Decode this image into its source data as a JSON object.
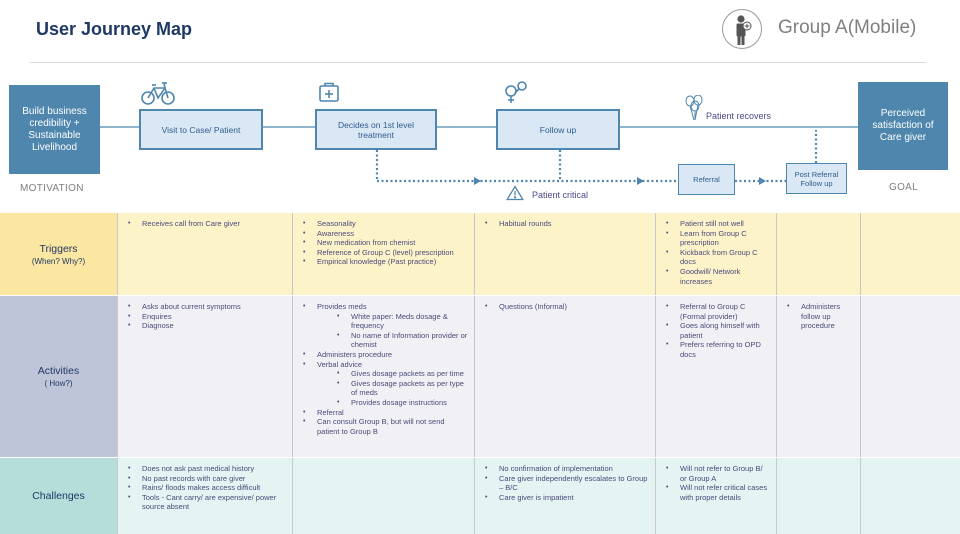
{
  "header": {
    "title": "User Journey Map",
    "group_label": "Group A(Mobile)",
    "group_icon": "person-plus-icon"
  },
  "journey": {
    "motivation_box": "Build business credibility + Sustainable Livelihood",
    "motivation_caption": "MOTIVATION",
    "goal_box": "Perceived satisfaction of Care giver",
    "goal_caption": "GOAL",
    "steps": [
      {
        "label": "Visit to Case/ Patient",
        "icon": "bicycle-icon"
      },
      {
        "label": "Decides on 1st level treatment",
        "icon": "medical-kit-icon"
      },
      {
        "label": "Follow up",
        "icon": "gender-symbols-icon"
      }
    ],
    "patient_recovers": "Patient recovers",
    "patient_recovers_icon": "balloons-icon",
    "patient_critical": "Patient critical",
    "patient_critical_icon": "warning-icon",
    "referral": "Referral",
    "post_referral": "Post Referral Follow up"
  },
  "rows": [
    {
      "label": "Triggers",
      "sublabel": "(When? Why?)",
      "bg": "#fdf3c9",
      "label_bg": "#fbe6a2",
      "cells": [
        [
          {
            "t": "Receives call from Care giver"
          }
        ],
        [
          {
            "t": "Seasonality"
          },
          {
            "t": "Awareness"
          },
          {
            "t": "New medication from chemist"
          },
          {
            "t": "Reference of Group C (level) prescription"
          },
          {
            "t": "Empirical knowledge (Past practice)"
          }
        ],
        [
          {
            "t": "Habitual rounds"
          }
        ],
        [
          {
            "t": "Patient still not well"
          },
          {
            "t": "Learn from Group C prescription"
          },
          {
            "t": "Kickback from Group C docs"
          },
          {
            "t": "Goodwill/ Network increases"
          }
        ],
        [],
        []
      ]
    },
    {
      "label": "Activities",
      "sublabel": "( How?)",
      "bg": "#f1f1f5",
      "label_bg": "#bfc5d8",
      "cells": [
        [
          {
            "t": "Asks about current symptoms"
          },
          {
            "t": "Enquires"
          },
          {
            "t": "Diagnose"
          }
        ],
        [
          {
            "t": "Provides meds"
          },
          {
            "t": "White paper: Meds dosage & frequency",
            "s": true
          },
          {
            "t": "No name of Information provider or chemist",
            "s": true
          },
          {
            "t": "Administers procedure"
          },
          {
            "t": "Verbal advice"
          },
          {
            "t": "Gives dosage packets as per time",
            "s": true
          },
          {
            "t": "Gives dosage packets as per type of meds",
            "s": true
          },
          {
            "t": "Provides dosage instructions",
            "s": true
          },
          {
            "t": "Referral"
          },
          {
            "t": "Can consult Group B, but will not send patient to Group B"
          }
        ],
        [
          {
            "t": "Questions (Informal)"
          }
        ],
        [
          {
            "t": "Referral to Group C (Formal provider)"
          },
          {
            "t": "Goes along himself with patient"
          },
          {
            "t": "Prefers referring to OPD docs"
          }
        ],
        [
          {
            "t": "Administers follow up procedure"
          }
        ],
        []
      ]
    },
    {
      "label": "Challenges",
      "sublabel": "",
      "bg": "#e3f4f3",
      "label_bg": "#b5ddd9",
      "cells": [
        [
          {
            "t": "Does not ask past medical history"
          },
          {
            "t": "No past records with care giver"
          },
          {
            "t": "Rains/ floods makes access difficult"
          },
          {
            "t": "Tools - Cant carry/ are expensive/ power source absent"
          }
        ],
        [],
        [
          {
            "t": "No confirmation of implementation"
          },
          {
            "t": "Care giver independently escalates to Group – B/C"
          },
          {
            "t": "Care giver is impatient"
          }
        ],
        [
          {
            "t": "Will not refer to Group B/ or Group A"
          },
          {
            "t": "Will not refer critical cases with proper details"
          }
        ],
        [],
        []
      ]
    }
  ],
  "colors": {
    "primary_blue": "#4e86ad",
    "step_fill": "#dae7f4",
    "title": "#1f3864",
    "flow_dots": "#4e86ad"
  }
}
